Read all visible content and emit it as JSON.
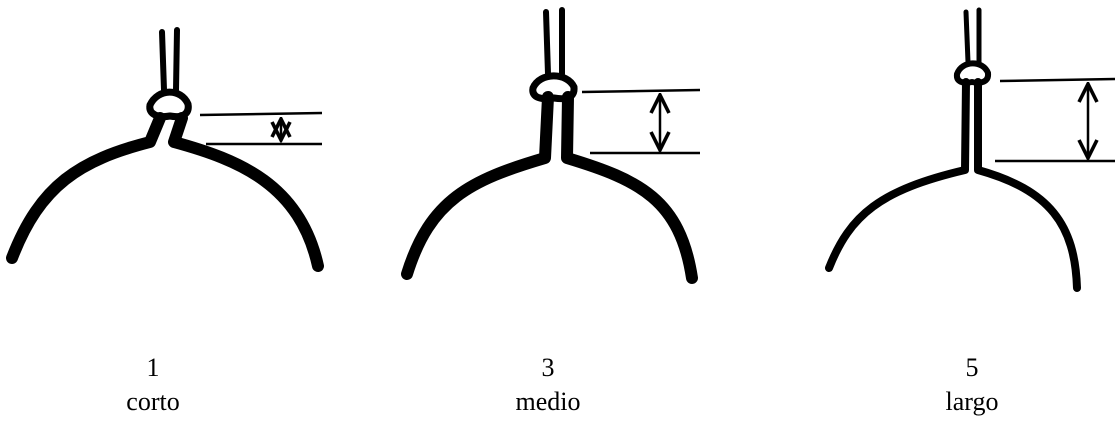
{
  "figures": [
    {
      "number": "1",
      "label": "corto"
    },
    {
      "number": "3",
      "label": "medio"
    },
    {
      "number": "5",
      "label": "largo"
    }
  ],
  "colors": {
    "ink": "#000000",
    "background": "#ffffff"
  }
}
